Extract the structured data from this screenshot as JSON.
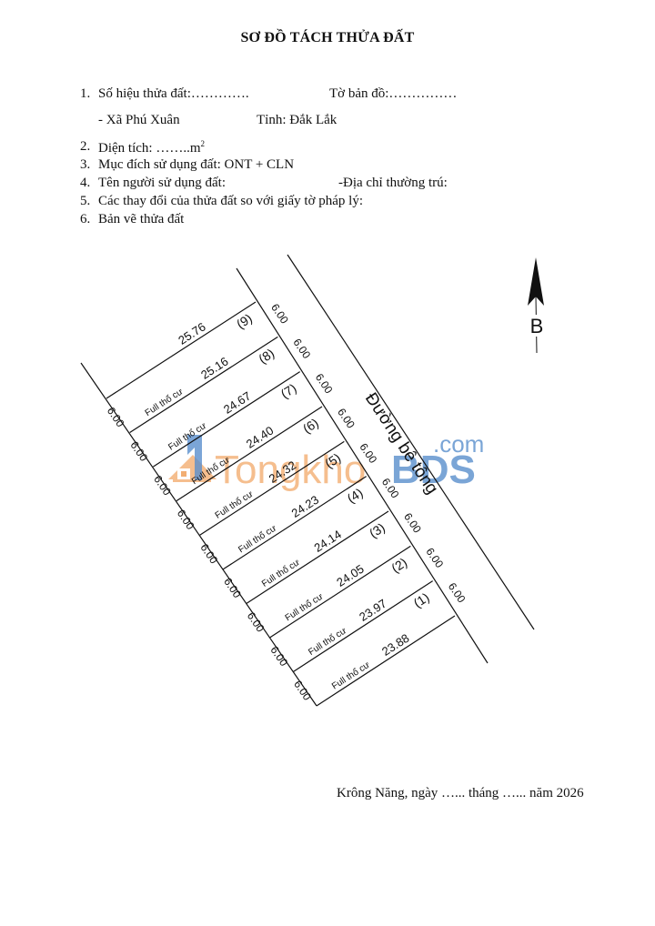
{
  "document": {
    "title": "SƠ ĐỒ TÁCH THỬA ĐẤT",
    "items": [
      {
        "num": "1.",
        "label": "Số hiệu thửa đất:………….",
        "extra": "Tờ bản đồ:……………"
      },
      {
        "num": "",
        "label": "- Xã Phú Xuân",
        "extra": "Tỉnh: Đắk Lắk"
      },
      {
        "num": "2.",
        "label": "Diện tích: ……..m",
        "sup": "2"
      },
      {
        "num": "3.",
        "label": "Mục đích sử dụng đất: ONT + CLN"
      },
      {
        "num": "4.",
        "label": "Tên người sử dụng đất:",
        "extra": "-Địa chỉ thường trú:"
      },
      {
        "num": "5.",
        "label": "Các thay đổi của thửa đất so với giấy tờ pháp lý:"
      },
      {
        "num": "6.",
        "label": "Bản vẽ thửa đất"
      }
    ],
    "footer": "Krông Năng, ngày …... tháng …... năm 2026"
  },
  "map": {
    "north_label": "B",
    "road_label": "Đường bê tông",
    "parcel_note": "Full thổ cư",
    "parcels": [
      "(9)",
      "(8)",
      "(7)",
      "(6)",
      "(5)",
      "(4)",
      "(3)",
      "(2)",
      "(1)"
    ],
    "lengths": [
      "25.76",
      "25.16",
      "24.67",
      "24.40",
      "24.32",
      "24.23",
      "24.14",
      "24.05",
      "23.97",
      "23.88"
    ],
    "width_label": "6.00"
  },
  "watermark": {
    "brand_a": "Tongkho",
    "brand_b": "BDS",
    "suffix": ".com",
    "color_orange": "#f0a05a",
    "color_blue": "#3d7bc4"
  }
}
